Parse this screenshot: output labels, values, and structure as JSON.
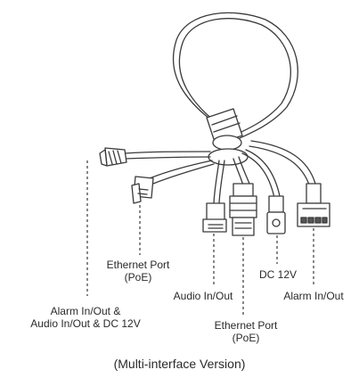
{
  "labels": {
    "eth_port_left_line1": "Ethernet Port",
    "eth_port_left_line2": "(PoE)",
    "dc12v": "DC 12V",
    "audio": "Audio In/Out",
    "alarm": "Alarm In/Out",
    "alarm_combo_line1": "Alarm In/Out &",
    "alarm_combo_line2": "Audio In/Out & DC 12V",
    "eth_port_center_line1": "Ethernet Port",
    "eth_port_center_line2": "(PoE)"
  },
  "caption": "(Multi-interface Version)",
  "colors": {
    "line": "#3a3a3a",
    "label": "#2a2a2a"
  }
}
